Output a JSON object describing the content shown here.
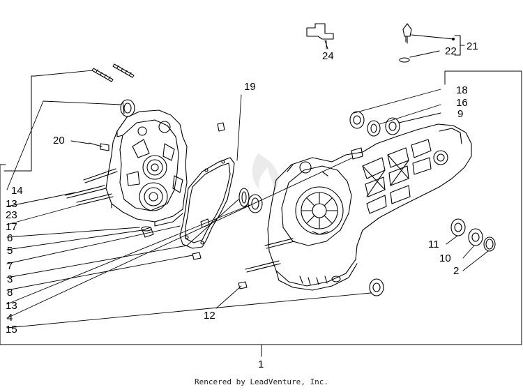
{
  "diagram": {
    "callouts": [
      "14",
      "13",
      "23",
      "17",
      "6",
      "5",
      "7",
      "3",
      "8",
      "13",
      "4",
      "15",
      "20",
      "19",
      "24",
      "21",
      "22",
      "18",
      "16",
      "9",
      "11",
      "10",
      "2",
      "12",
      "1"
    ],
    "credit": "Rencered by LeadVenture, Inc."
  }
}
